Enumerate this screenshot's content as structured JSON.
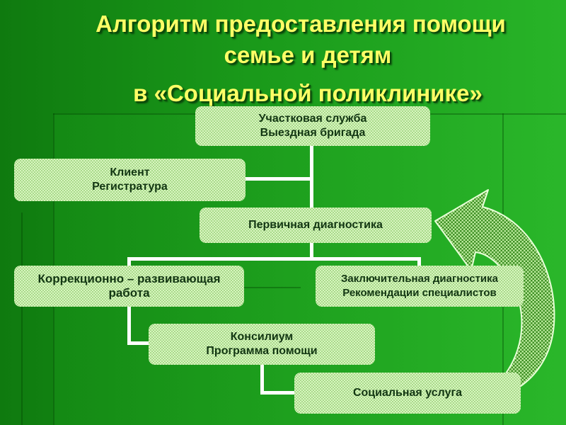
{
  "title": {
    "line1": "Алгоритм предоставления помощи",
    "line2": "семье и детям",
    "line3": "в «Социальной поликлинике»"
  },
  "nodes": {
    "district_service": {
      "line1": "Участковая служба",
      "line2": "Выездная бригада"
    },
    "client": {
      "line1": "Клиент",
      "line2": "Регистратура"
    },
    "primary_diagnostics": {
      "line1": "Первичная диагностика"
    },
    "correction_work": {
      "line1": "Коррекционно – развивающая",
      "line2": "работа"
    },
    "final_diagnostics": {
      "line1": "Заключительная диагностика",
      "line2": "Рекомендации специалистов"
    },
    "council": {
      "line1": "Консилиум",
      "line2": "Программа помощи"
    },
    "social_service": {
      "line1": "Социальная услуга"
    }
  },
  "colors": {
    "background": "#1a9a1a",
    "title": "#ffff66",
    "box": "#d8f5c0",
    "connector": "#ffffff",
    "box_text": "#123612"
  },
  "icons": {
    "cycle_arrow": "curved-arrow-icon"
  }
}
